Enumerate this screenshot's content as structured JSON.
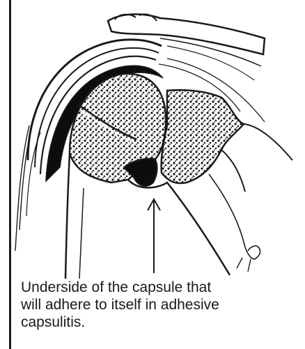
{
  "caption": {
    "line_1": "Underside of the capsule that",
    "line_2": "will adhere to itself in adhesive",
    "line_3": "capsulitis."
  },
  "colors": {
    "ink": "#1a1a1a",
    "background": "#ffffff",
    "capsule_fill": "#0d0d0d"
  },
  "icons": [
    "humeral-head",
    "glenoid",
    "joint-capsule",
    "clavicle",
    "arrow-up"
  ]
}
